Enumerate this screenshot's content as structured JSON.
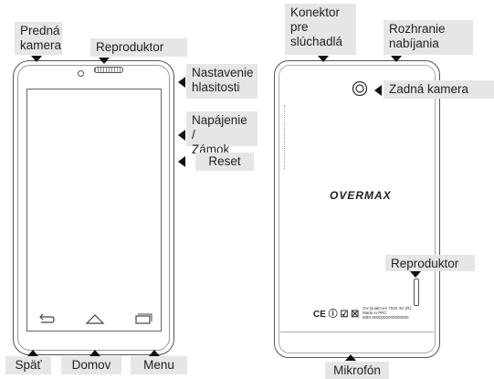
{
  "labels": {
    "predna_kamera": "Predná\nkamera",
    "reproduktor_top": "Reproduktor",
    "nastavenie": "Nastavenie\nhlasitosti",
    "napajanie": "Napájenie /\nZámok",
    "reset": "Reset",
    "spat": "Späť",
    "domov": "Domov",
    "menu": "Menu",
    "konektor": "Konektor\npre\nslúchadlá",
    "rozhranie": "Rozhranie\nnabíjania",
    "zadna_kamera": "Zadná kamera",
    "reproduktor_back": "Reproduktor",
    "mikrofon": "Mikrofón"
  },
  "back": {
    "brand": "OVERMAX",
    "cert_marks": "CE ⓘ ☑ ☒",
    "fine_print": "OV-QualCore 7020 3G (R)\nMade in PRC\nIMEI:0000000000000000"
  },
  "icons": [
    "back-icon",
    "home-icon",
    "recent-apps-icon",
    "camera-lens-icon"
  ]
}
